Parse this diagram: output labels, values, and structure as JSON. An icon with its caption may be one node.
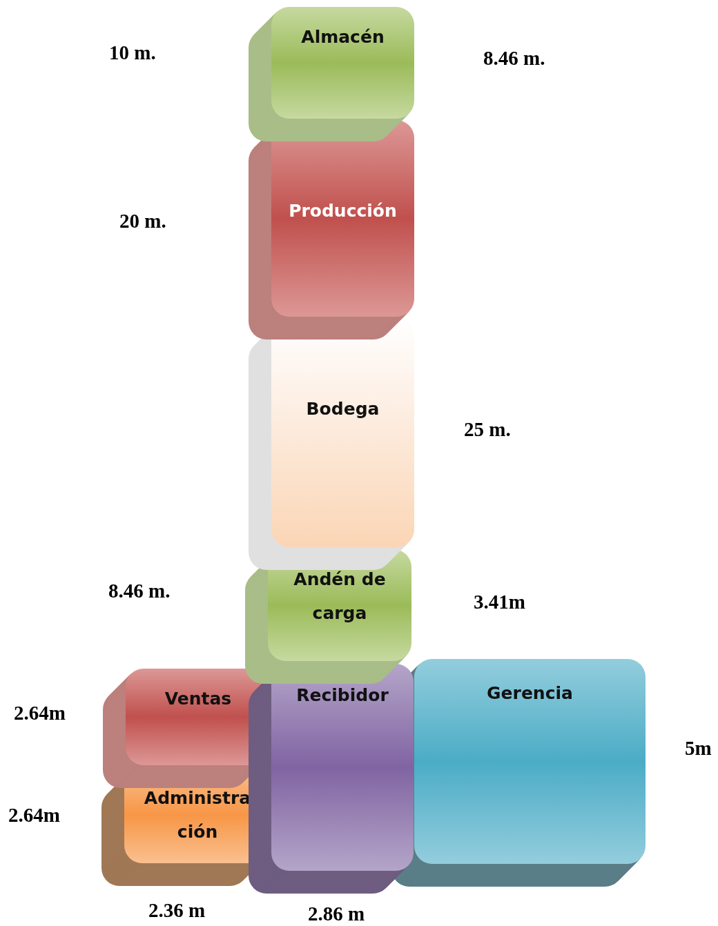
{
  "diagram": {
    "nodes": [
      {
        "text": [
          "Almacén"
        ]
      },
      {
        "text": [
          "Producción"
        ]
      },
      {
        "text": [
          "Bodega"
        ]
      },
      {
        "text": [
          "Andén de carga"
        ]
      },
      {
        "text": [
          "Ventas"
        ]
      },
      {
        "text": [
          "Recibidor"
        ]
      },
      {
        "text": [
          "Gerencia"
        ]
      },
      {
        "text": [
          "Administra ción"
        ]
      }
    ],
    "labels": [
      "10 m.",
      "8.46 m.",
      "20 m.",
      "25 m.",
      "8.46 m.",
      "3.41m",
      "2.64m",
      "5m",
      "2.64m",
      "2.36 m",
      "2.86 m"
    ]
  }
}
